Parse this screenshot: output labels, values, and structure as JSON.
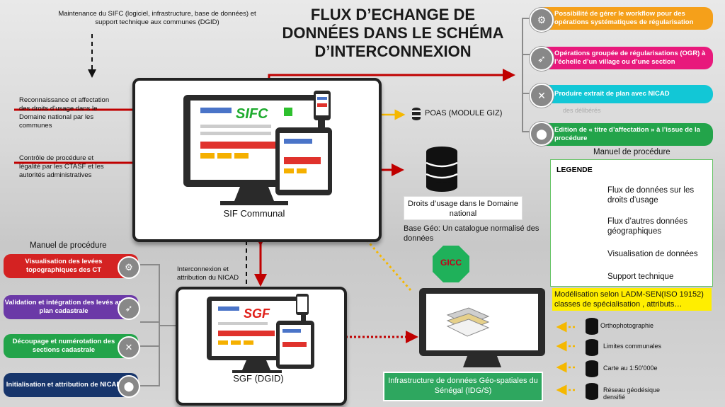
{
  "title": [
    "FLUX D’ECHANGE DE",
    "DONNÉES DANS LE SCHÉMA",
    "D’INTERCONNEXION"
  ],
  "top_note": "Maintenance du SIFC (logiciel, infrastructure, base de données) et support technique aux communes (DGID)",
  "left_notes": {
    "reconnaissance": "Reconnaissance et affectation des droits d’usage dans le Domaine national par les communes",
    "controle": "Contrôle de procédure et légalité par les CTASF et les autorités administratives"
  },
  "sif": {
    "logo": "SIFC",
    "label": "SIF Communal"
  },
  "sgf": {
    "logo": "SGF",
    "label": "SGF (DGID)"
  },
  "poas": "POAS (MODULE GIZ)",
  "droits_box": "Droits d’usage dans le Domaine national",
  "base_geo": "Base Géo: Un catalogue normalisé des données",
  "gicc": "GICC",
  "interconnexion": "Interconnexion et attribution du NICAD",
  "manuel_right": "Manuel de procédure",
  "manuel_left": "Manuel de procédure",
  "right_items": [
    {
      "text": "Possibilité de gérer le workflow pour des opérations systématiques de régularisation",
      "color": "#f5a01a",
      "icon": "gear-icon"
    },
    {
      "text": "Opérations groupée de régularisations (OGR) à l’échelle d’un village ou d’une section",
      "color": "#e8197c",
      "icon": "rocket-icon"
    },
    {
      "text": "Produire extrait de plan avec NICAD",
      "color": "#12c7d6",
      "icon": "tools-icon"
    },
    {
      "text": "Edition de « titre d’affectation » à l’issue de la procédure",
      "color": "#23a44a",
      "icon": "map-pin-icon"
    }
  ],
  "ghost_text": "des délibérés",
  "left_items": [
    {
      "text": "Visualisation des levées topographiques des CT",
      "color": "#d42222",
      "icon": "gear-icon"
    },
    {
      "text": "Validation et intégration des levés au plan cadastrale",
      "color": "#6b39a7",
      "icon": "rocket-icon"
    },
    {
      "text": "Découpage et numérotation des sections cadastrale",
      "color": "#23a44a",
      "icon": "tools-icon"
    },
    {
      "text": "Initialisation et attribution de NICAD",
      "color": "#17356b",
      "icon": "map-pin-icon"
    }
  ],
  "legend": {
    "title": "LEGENDE",
    "rows": [
      "Flux de données sur les droits d’usage",
      "Flux d’autres données géographiques",
      "Visualisation de données",
      "Support technique"
    ]
  },
  "modelisation": "Modélisation selon LADM-SEN(ISO 19152) classes de spécialisation , attributs…",
  "datasets": [
    "Orthophotographie",
    "Limites communales",
    "Carte au 1:50’000e",
    "Réseau géodésique densifié"
  ],
  "idg": "Infrastructure de données Géo-spatiales du Sénégal (IDG/S)"
}
